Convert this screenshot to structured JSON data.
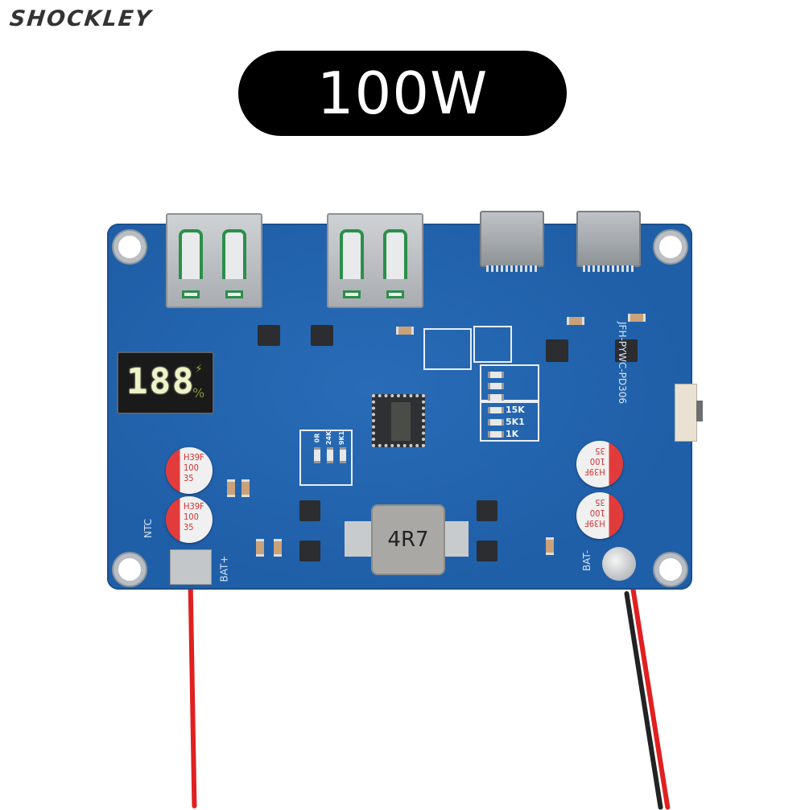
{
  "brand": {
    "name": "SHOCKLEY"
  },
  "badge": {
    "text": "100W"
  },
  "board": {
    "model_silkscreen": "JFH-PYWC-PD306",
    "display": {
      "digits": "188",
      "bolt_icon": "⚡",
      "percent_icon": "%"
    },
    "inductor_marking": "4R7",
    "capacitors": [
      {
        "lines": [
          "H39F",
          "100",
          "35"
        ]
      },
      {
        "lines": [
          "H39F",
          "100",
          "35"
        ]
      },
      {
        "lines": [
          "H39F",
          "100",
          "35"
        ]
      },
      {
        "lines": [
          "H39F",
          "100",
          "35"
        ]
      }
    ],
    "resistor_labels": [
      "15K",
      "5K1",
      "1K"
    ],
    "small_resistor_labels": [
      "0R",
      "24K",
      "9K1"
    ],
    "pad_labels": {
      "bat_plus": "BAT+",
      "bat_minus": "BAT-",
      "ntc": "NTC"
    },
    "ports": {
      "usb_a_count": 2,
      "usb_c_count": 2
    }
  },
  "colors": {
    "pcb": "#1f5fa8",
    "badge": "#000000",
    "wire_red": "#e02020",
    "wire_black": "#222222"
  }
}
